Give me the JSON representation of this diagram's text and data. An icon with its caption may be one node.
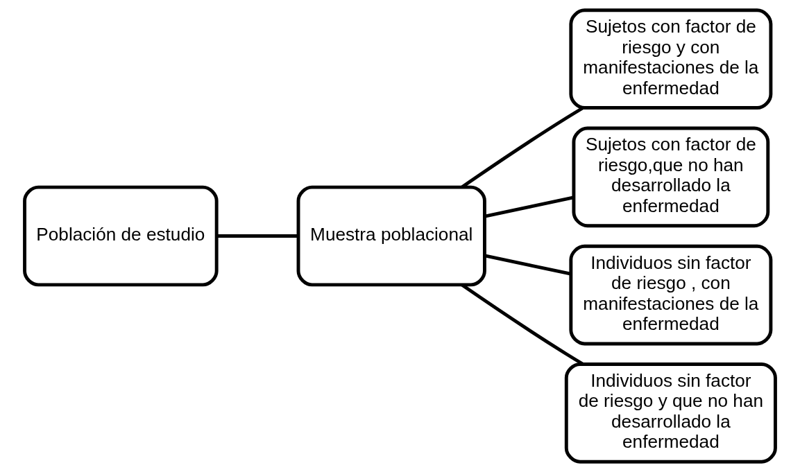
{
  "diagram": {
    "nodes": [
      {
        "text": [
          "Población de estudio"
        ]
      },
      {
        "text": [
          "Muestra poblacional"
        ]
      },
      {
        "text": [
          "Sujetos con factor de riesgo y con manifestaciones de la enfermedad"
        ]
      },
      {
        "text": [
          "Sujetos con factor de riesgo,que no han desarrollado la enfermedad"
        ]
      },
      {
        "text": [
          "Individuos sin factor de riesgo , con manifestaciones de la enfermedad"
        ]
      },
      {
        "text": [
          "Individuos sin factor de riesgo y que no han desarrollado la enfermedad"
        ]
      }
    ],
    "edges": [
      {
        "from": 0,
        "to": 1,
        "arrow": "none"
      },
      {
        "from": 1,
        "to": 2,
        "arrow": "none"
      },
      {
        "from": 1,
        "to": 3,
        "arrow": "none"
      },
      {
        "from": 1,
        "to": 4,
        "arrow": "none"
      },
      {
        "from": 1,
        "to": 5,
        "arrow": "none"
      }
    ]
  }
}
